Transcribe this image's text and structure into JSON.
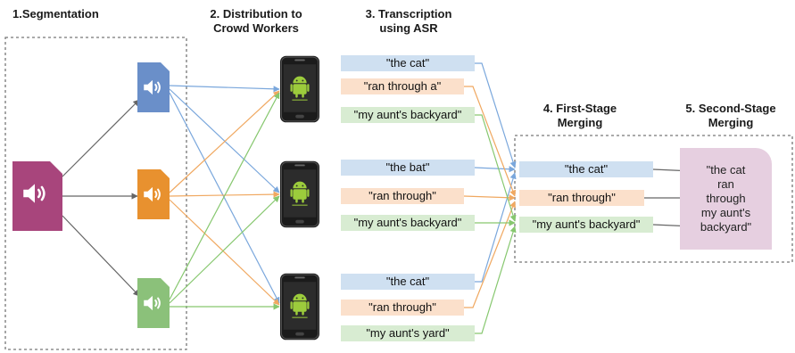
{
  "headings": {
    "segmentation": "1.Segmentation",
    "distribution": "2. Distribution to\nCrowd Workers",
    "transcription": "3. Transcription\nusing ASR",
    "first_stage": "4. First-Stage\nMerging",
    "second_stage": "5. Second-Stage\nMerging"
  },
  "transcripts": [
    {
      "text": "\"the cat\"",
      "color": "blue"
    },
    {
      "text": "\"ran through a\"",
      "color": "orange"
    },
    {
      "text": "\"my aunt's backyard\"",
      "color": "green"
    },
    {
      "text": "\"the bat\"",
      "color": "blue"
    },
    {
      "text": "\"ran through\"",
      "color": "orange"
    },
    {
      "text": "\"my aunt's backyard\"",
      "color": "green"
    },
    {
      "text": "\"the cat\"",
      "color": "blue"
    },
    {
      "text": "\"ran through\"",
      "color": "orange"
    },
    {
      "text": "\"my aunt's yard\"",
      "color": "green"
    }
  ],
  "first_stage": [
    {
      "text": "\"the cat\"",
      "color": "blue"
    },
    {
      "text": "\"ran through\"",
      "color": "orange"
    },
    {
      "text": "\"my aunt's backyard\"",
      "color": "green"
    }
  ],
  "final_output": "\"the cat\nran\nthrough\nmy aunt's\nbackyard\"",
  "colors": {
    "blue": "#6a8fc9",
    "orange": "#e8912f",
    "green": "#8bc17a",
    "magenta": "#a8457c",
    "line_blue": "#7aa7dc",
    "line_orange": "#f0a860",
    "line_green": "#86c76e",
    "line_gray": "#666666"
  },
  "icons": [
    "speaker-icon",
    "smartphone-icon",
    "android-icon"
  ]
}
